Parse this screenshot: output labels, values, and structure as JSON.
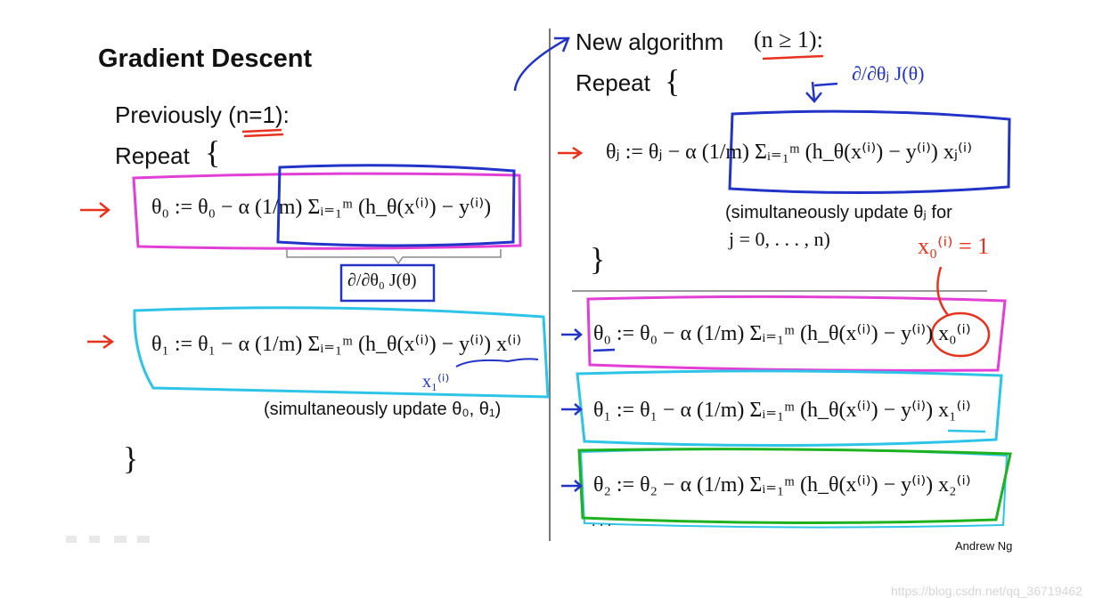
{
  "left": {
    "title": "Gradient Descent",
    "previously": "Previously (n=1):",
    "repeat": "Repeat",
    "open_brace": "{",
    "eq_theta0": "θ₀ := θ₀ − α (1/m) Σᵢ₌₁ᵐ (h_θ(x⁽ⁱ⁾) − y⁽ⁱ⁾)",
    "partial": "∂/∂θ₀ J(θ)",
    "eq_theta1": "θ₁ := θ₁ − α (1/m) Σᵢ₌₁ᵐ (h_θ(x⁽ⁱ⁾) − y⁽ⁱ⁾) x⁽ⁱ⁾",
    "annot_x1": "x₁⁽ⁱ⁾",
    "simul": "(simultaneously update θ₀, θ₁)",
    "close_brace": "}"
  },
  "right": {
    "new_algorithm": "New algorithm",
    "cond": "(n ≥ 1):",
    "repeat": "Repeat",
    "open_brace": "{",
    "annot_deriv": "∂/∂θⱼ J(θ)",
    "eq_thetaj": "θⱼ := θⱼ − α (1/m) Σᵢ₌₁ᵐ (h_θ(x⁽ⁱ⁾) − y⁽ⁱ⁾) xⱼ⁽ⁱ⁾",
    "simul_line1": "(simultaneously update θⱼ for",
    "simul_line2": "j = 0, . . . , n)",
    "close_brace": "}",
    "annot_x0": "x₀⁽ⁱ⁾ = 1",
    "eq_theta0": "θ₀ := θ₀ − α (1/m) Σᵢ₌₁ᵐ (h_θ(x⁽ⁱ⁾) − y⁽ⁱ⁾) x₀⁽ⁱ⁾",
    "eq_theta1": "θ₁ := θ₁ − α (1/m) Σᵢ₌₁ᵐ (h_θ(x⁽ⁱ⁾) − y⁽ⁱ⁾) x₁⁽ⁱ⁾",
    "eq_theta2": "θ₂ := θ₂ − α (1/m) Σᵢ₌₁ᵐ (h_θ(x⁽ⁱ⁾) − y⁽ⁱ⁾) x₂⁽ⁱ⁾",
    "ellipsis": ". . .",
    "author": "Andrew Ng"
  },
  "watermark": "https://blog.csdn.net/qq_36719462",
  "colors": {
    "magenta": "#e23fd6",
    "blue": "#2233c8",
    "cyan": "#2ec4e8",
    "green": "#1fb21f",
    "red": "#e8321e"
  },
  "icons": [
    "red-arrow-icon",
    "blue-arrow-icon",
    "blue-curved-arrow-icon"
  ]
}
